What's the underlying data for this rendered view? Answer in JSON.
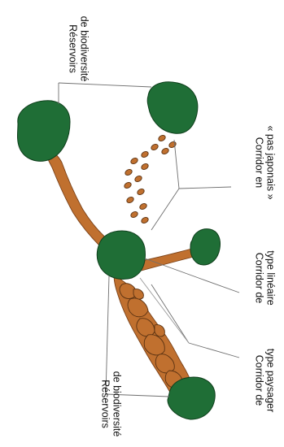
{
  "labels": {
    "reservoir_top_1": "Réservoirs",
    "reservoir_top_2": "de biodiversité",
    "reservoir_bottom_1": "Réservoirs",
    "reservoir_bottom_2": "de biodiversité",
    "stepping_1": "Corridor en",
    "stepping_2": "« pas japonais »",
    "linear_1": "Corridor de",
    "linear_2": "type linéaire",
    "landscape_1": "Corridor de",
    "landscape_2": "type paysager"
  },
  "colors": {
    "reservoir": "#1f6e36",
    "corridor": "#c0702f",
    "leader": "#6e6e6e"
  }
}
